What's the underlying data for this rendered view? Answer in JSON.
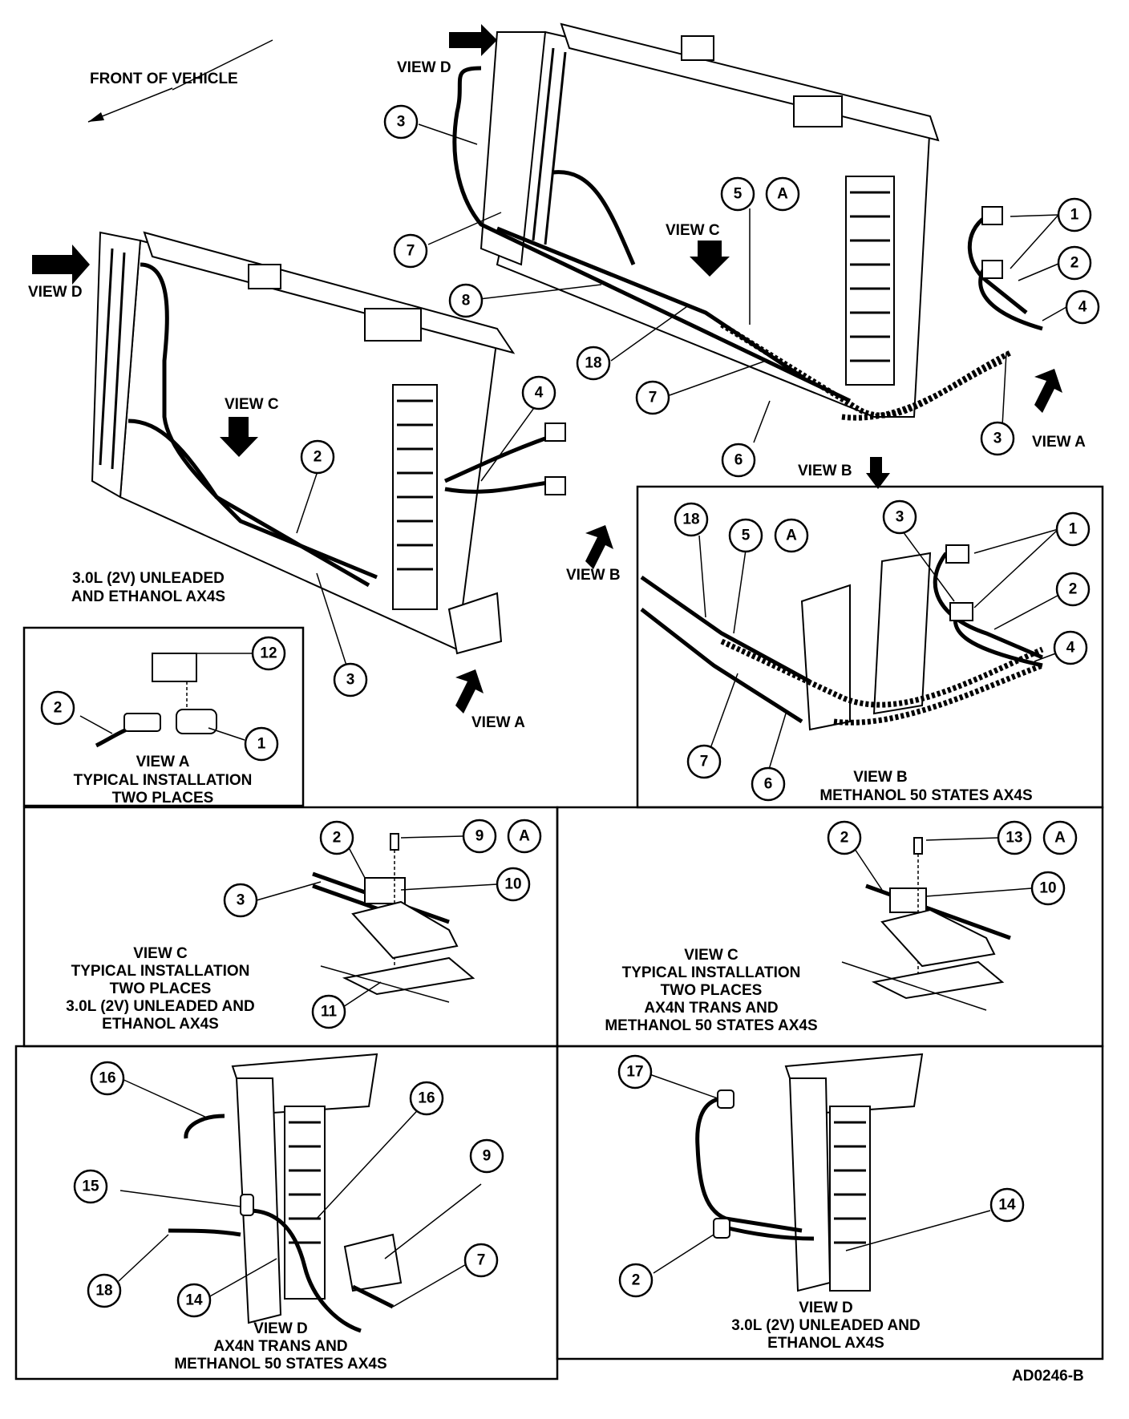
{
  "front_of_vehicle": "FRONT OF VEHICLE",
  "view_labels": {
    "view_a": "VIEW A",
    "view_b": "VIEW B",
    "view_c": "VIEW C",
    "view_d": "VIEW D"
  },
  "main_left_caption": [
    "3.0L (2V) UNLEADED",
    "AND ETHANOL AX4S"
  ],
  "panel_view_a": {
    "title": "VIEW A",
    "lines": [
      "TYPICAL INSTALLATION",
      "TWO PLACES"
    ],
    "callouts": [
      "12",
      "2",
      "1"
    ]
  },
  "panel_view_b": {
    "title": "VIEW B",
    "lines": [
      "METHANOL 50 STATES AX4S"
    ],
    "callouts": [
      "18",
      "5",
      "A",
      "3",
      "1",
      "2",
      "4",
      "7",
      "6"
    ]
  },
  "panel_view_c_left": {
    "title": "VIEW C",
    "lines": [
      "TYPICAL INSTALLATION",
      "TWO PLACES",
      "3.0L (2V) UNLEADED AND",
      "ETHANOL AX4S"
    ],
    "callouts": [
      "2",
      "9",
      "A",
      "10",
      "3",
      "11"
    ]
  },
  "panel_view_c_right": {
    "title": "VIEW C",
    "lines": [
      "TYPICAL INSTALLATION",
      "TWO PLACES",
      "AX4N TRANS AND",
      "METHANOL 50 STATES AX4S"
    ],
    "callouts": [
      "2",
      "13",
      "A",
      "10"
    ]
  },
  "panel_view_d_left": {
    "title": "VIEW D",
    "lines": [
      "AX4N TRANS AND",
      "METHANOL 50 STATES AX4S"
    ],
    "callouts": [
      "16",
      "16",
      "15",
      "9",
      "7",
      "18",
      "14"
    ]
  },
  "panel_view_d_right": {
    "title": "VIEW D",
    "lines": [
      "3.0L (2V) UNLEADED AND",
      "ETHANOL AX4S"
    ],
    "callouts": [
      "17",
      "14",
      "2"
    ]
  },
  "main_right_callouts": [
    "3",
    "5",
    "A",
    "1",
    "2",
    "7",
    "8",
    "4",
    "18",
    "7",
    "3",
    "6"
  ],
  "main_left_callouts": [
    "4",
    "2",
    "3"
  ],
  "figure_id": "AD0246-B"
}
